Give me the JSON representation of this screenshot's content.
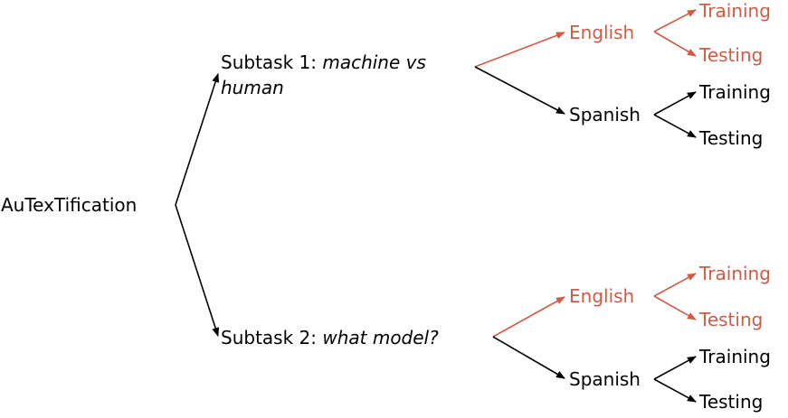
{
  "root": {
    "label": "AuTexTification"
  },
  "subtasks": [
    {
      "prefix": "Subtask 1: ",
      "italic_line1": "machine vs",
      "italic_line2": "human",
      "languages": [
        {
          "label": "English",
          "highlight": true,
          "splits": [
            "Training",
            "Testing"
          ]
        },
        {
          "label": "Spanish",
          "highlight": false,
          "splits": [
            "Training",
            "Testing"
          ]
        }
      ]
    },
    {
      "prefix": "Subtask 2: ",
      "italic": "what model?",
      "languages": [
        {
          "label": "English",
          "highlight": true,
          "splits": [
            "Training",
            "Testing"
          ]
        },
        {
          "label": "Spanish",
          "highlight": false,
          "splits": [
            "Training",
            "Testing"
          ]
        }
      ]
    }
  ],
  "colors": {
    "default": "#000000",
    "highlight": "#cf5a45"
  }
}
